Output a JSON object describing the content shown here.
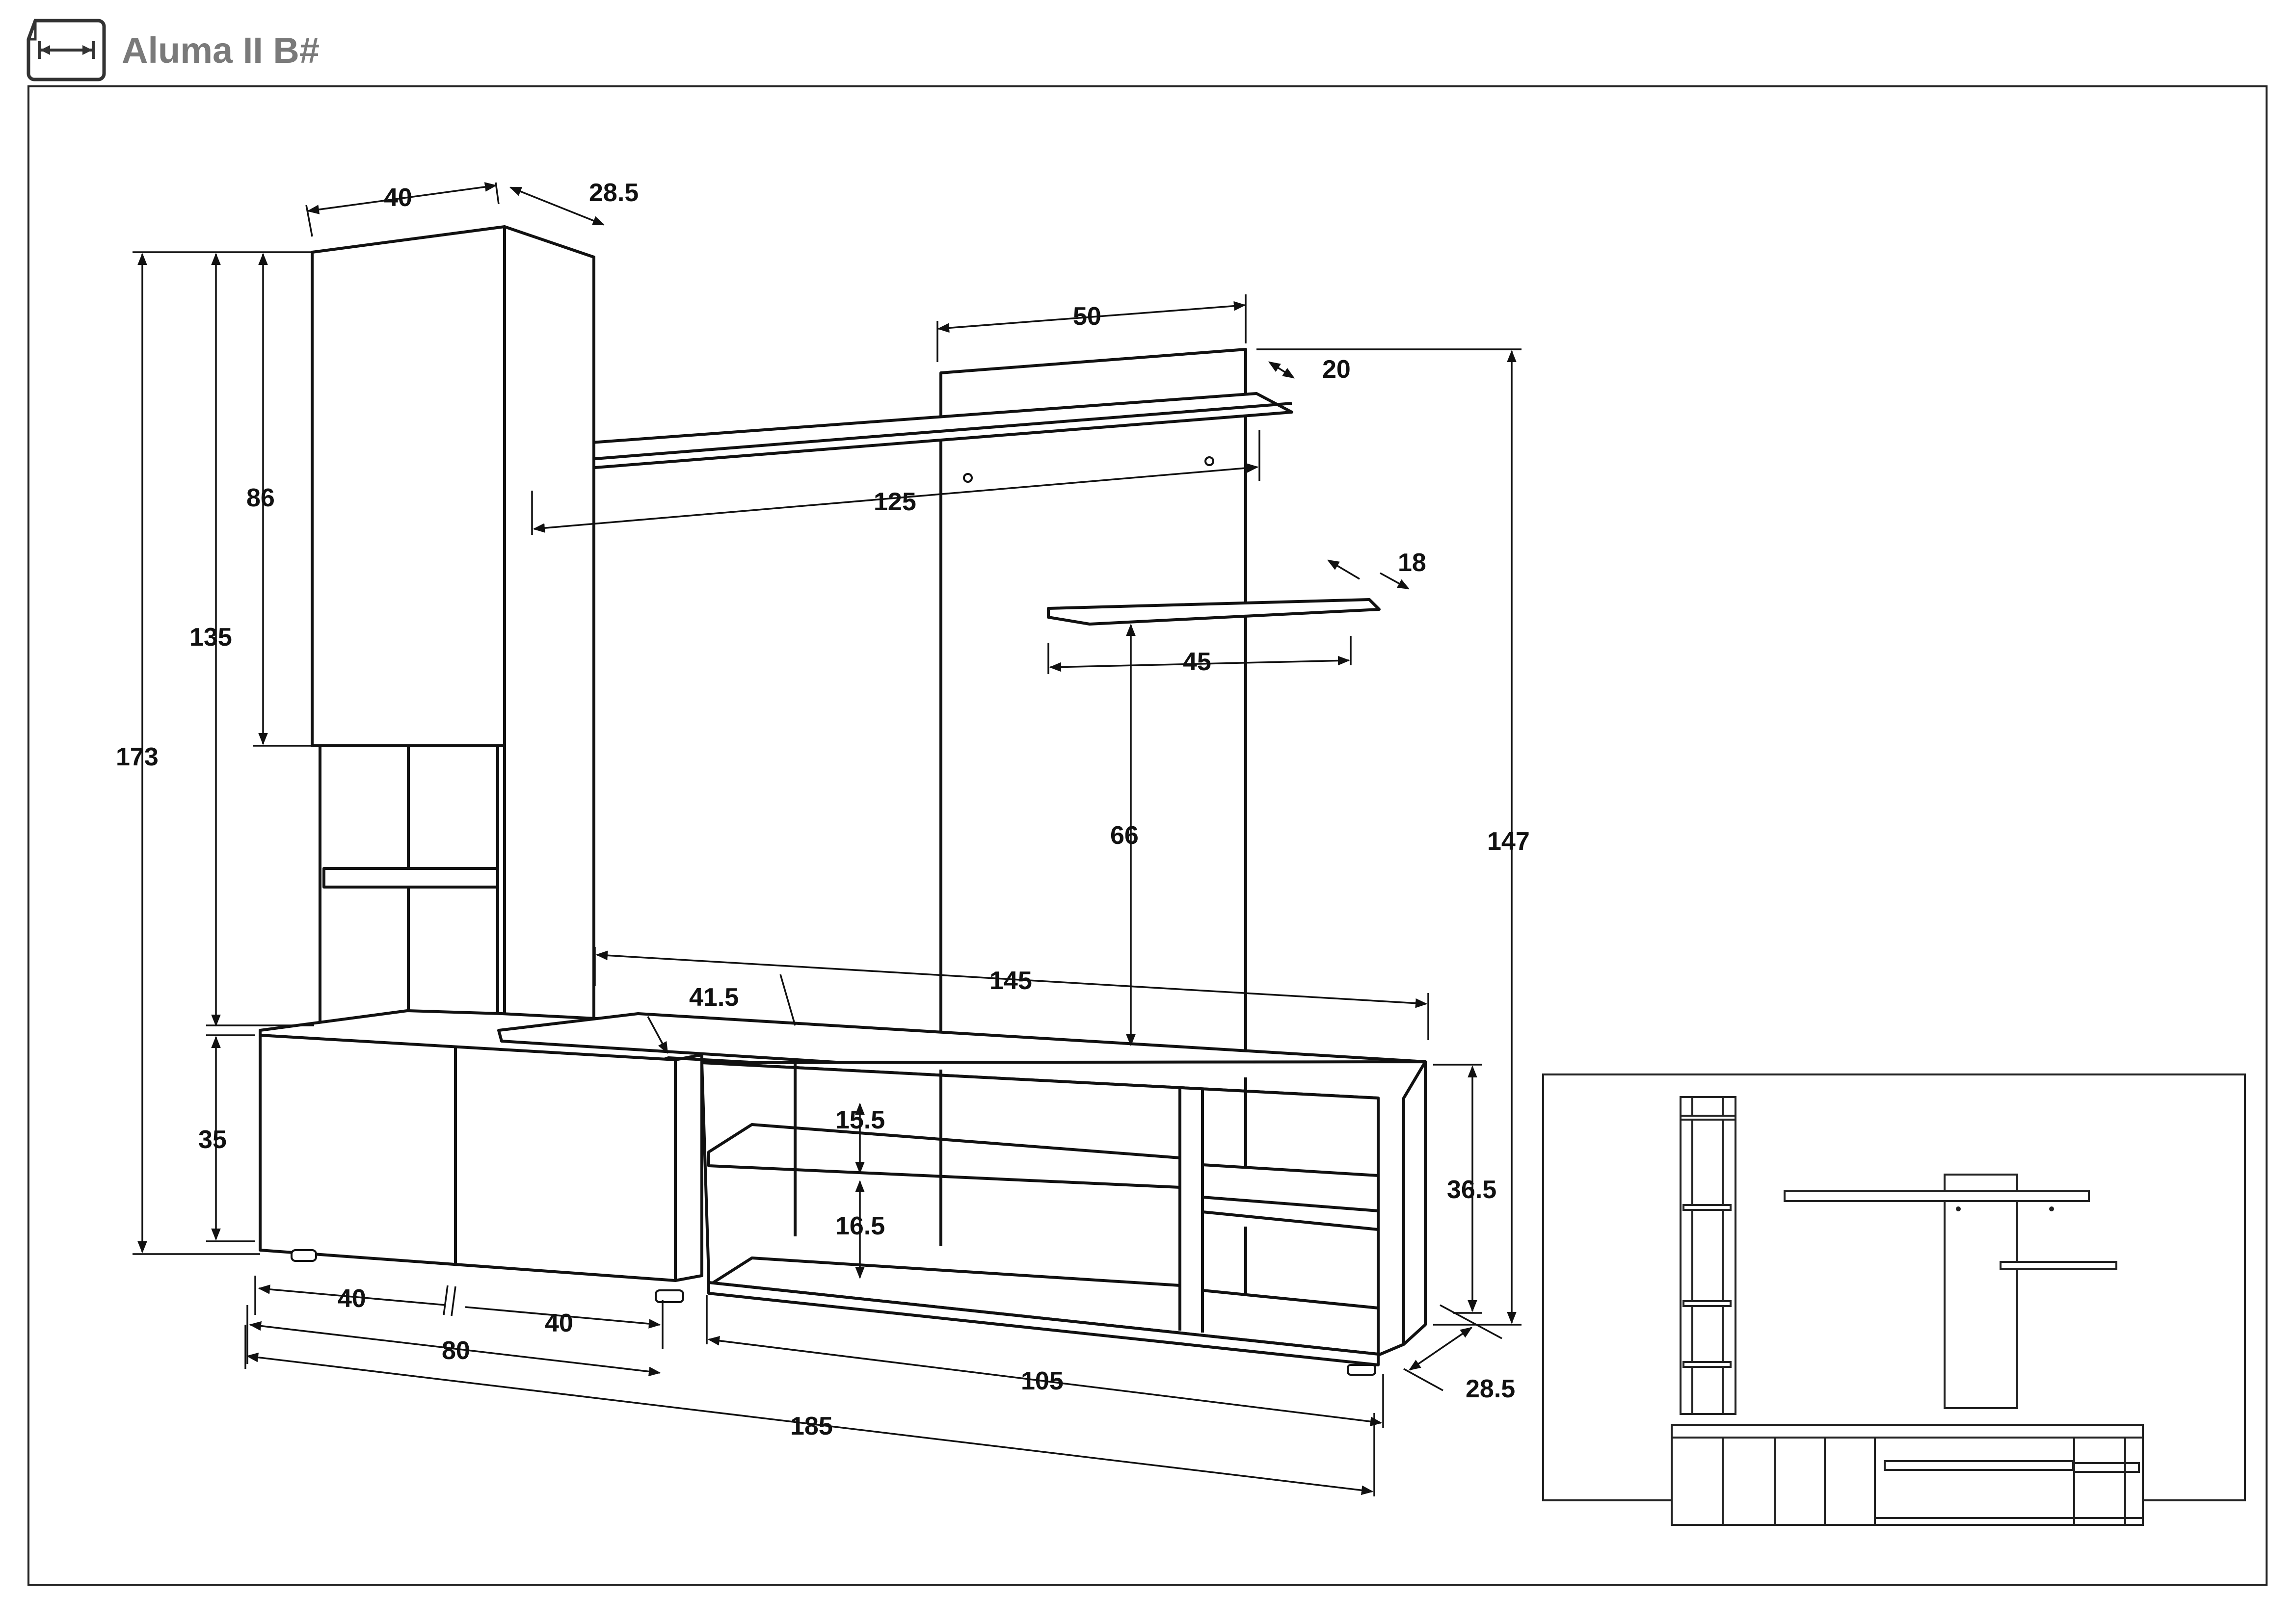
{
  "header": {
    "title": "Aluma II B#",
    "icon": "width-dimension-icon"
  },
  "dimensions": {
    "cabinet_width": "40",
    "cabinet_depth": "28.5",
    "top_panel_width": "50",
    "top_shelf_depth": "20",
    "top_shelf_width": "125",
    "small_shelf_depth": "18",
    "small_shelf_width": "45",
    "small_shelf_height": "66",
    "overall_height": "173",
    "tower_height": "135",
    "cabinet_height": "86",
    "right_height": "147",
    "base_width": "145",
    "base_top_depth": "41.5",
    "base_height": "35",
    "shelf_gap_upper": "15.5",
    "shelf_gap_lower": "16.5",
    "right_base_height": "36.5",
    "door_left": "40",
    "door_right": "40",
    "doors_total": "80",
    "open_base_width": "105",
    "overall_width": "185",
    "base_depth": "28.5"
  },
  "colors": {
    "line": "#111111",
    "title": "#7a7a7a",
    "background": "#ffffff"
  }
}
